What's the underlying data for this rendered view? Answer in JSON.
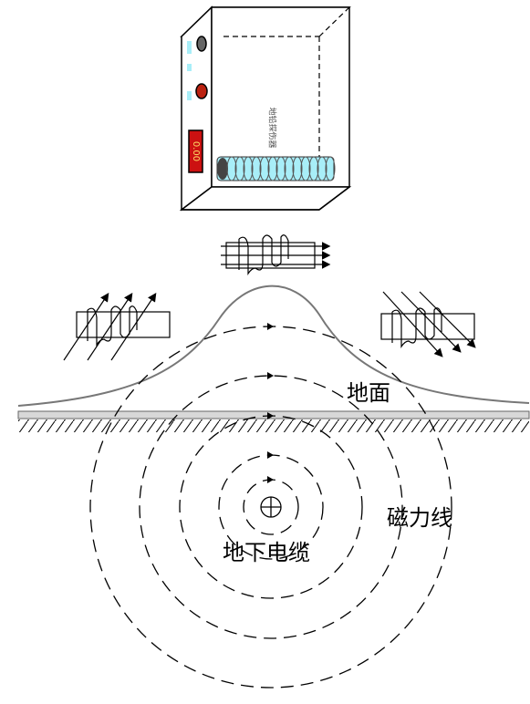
{
  "device": {
    "vertical_text": "地铅探伤器",
    "display_value": "0.00"
  },
  "labels": {
    "ground": "地面",
    "field_lines": "磁力线",
    "cable": "地下电缆"
  },
  "colors": {
    "coil_fill": "#a8eef8",
    "line": "#000000",
    "device_red": "#cc1111"
  }
}
